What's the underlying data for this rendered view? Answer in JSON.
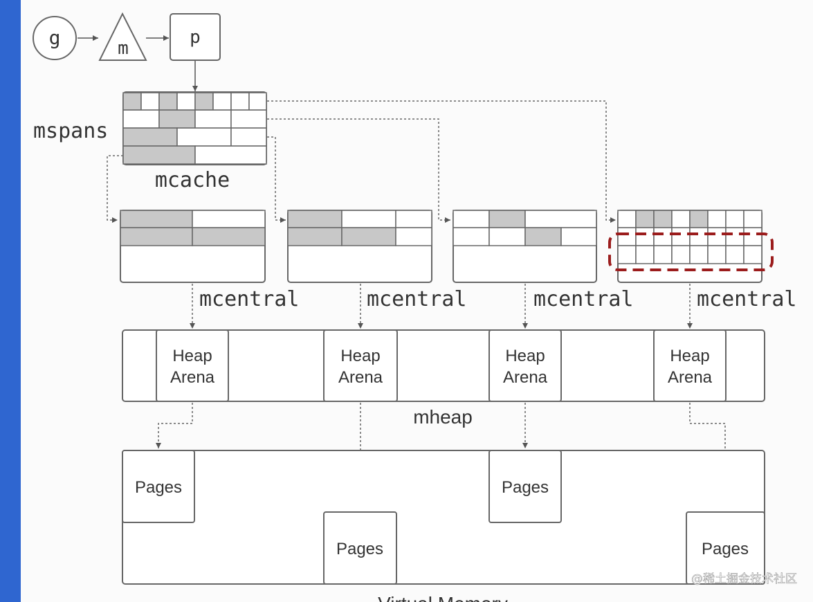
{
  "gmp": {
    "g": "g",
    "m": "m",
    "p": "p"
  },
  "labels": {
    "mspans": "mspans",
    "mcache": "mcache",
    "mcentral": [
      "mcentral",
      "mcentral",
      "mcentral",
      "mcentral"
    ],
    "heap_arena": [
      "Heap\nArena",
      "Heap\nArena",
      "Heap\nArena",
      "Heap\nArena"
    ],
    "mheap": "mheap",
    "pages": [
      "Pages",
      "Pages",
      "Pages",
      "Pages"
    ],
    "virtual_memory": "Virtual Memory",
    "watermark": "@稀土掘金技术社区"
  },
  "colors": {
    "sidebar": "#2f66d0",
    "span_filled": "#c8c8c8",
    "highlight": "#9b1c1c"
  }
}
